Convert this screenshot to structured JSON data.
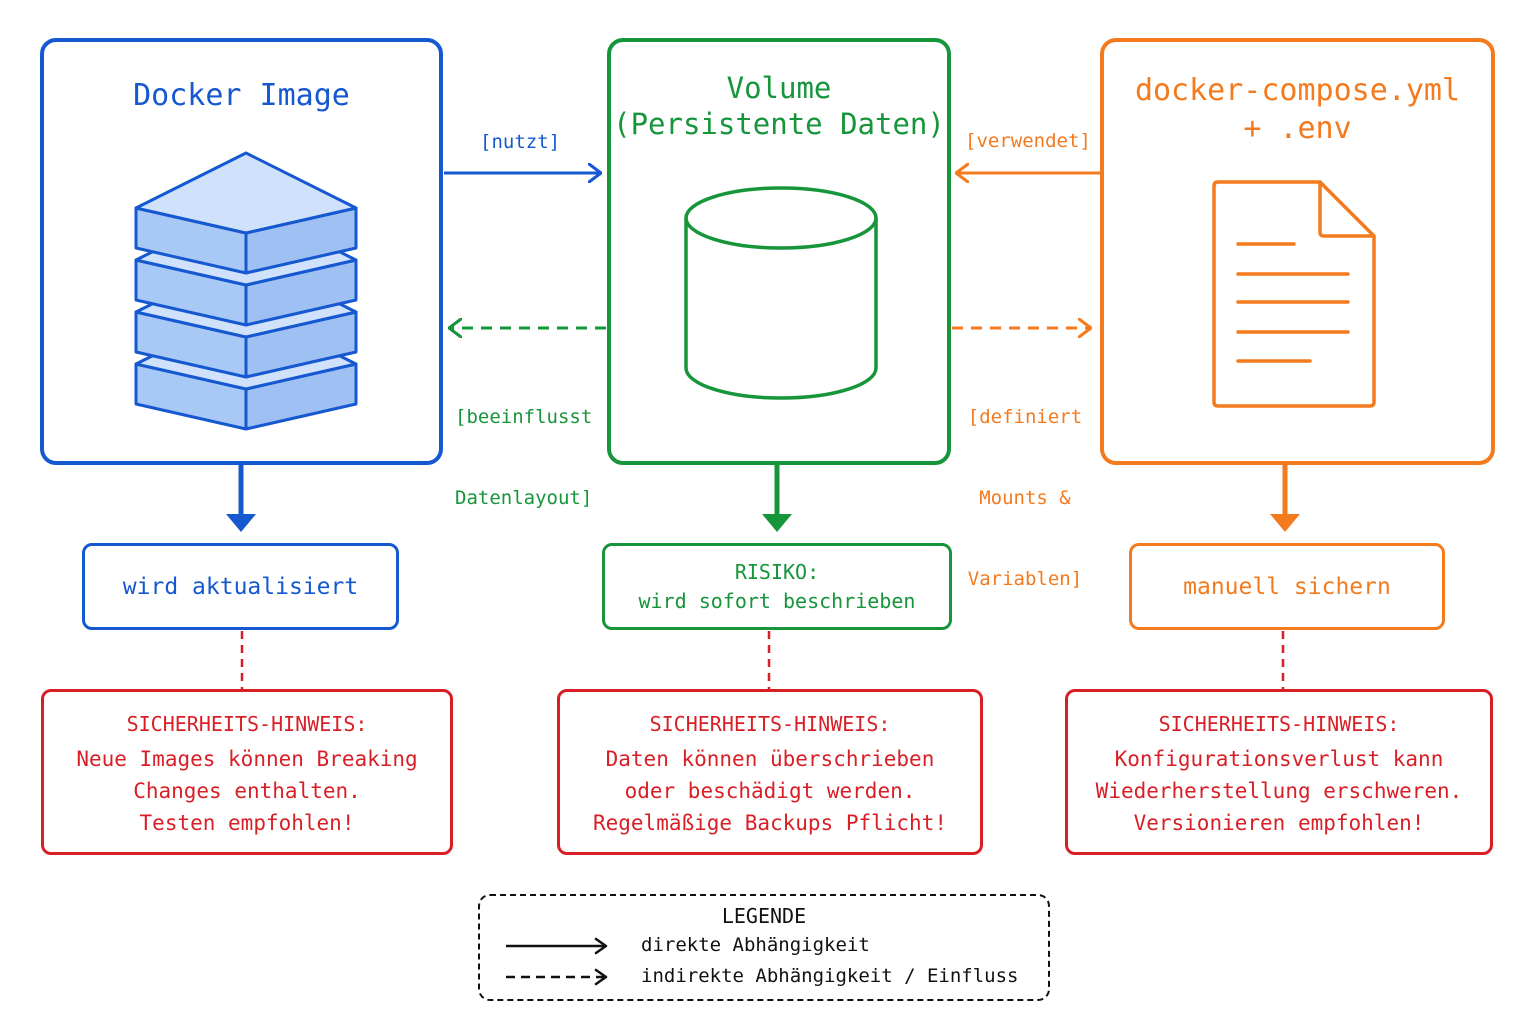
{
  "colors": {
    "image": "#1558d0",
    "volume": "#16953a",
    "compose": "#f47a1e",
    "warning": "#d91f26",
    "legend": "#111111"
  },
  "nodes": {
    "image": {
      "title": "Docker Image",
      "icon": "layers-stack-icon"
    },
    "volume": {
      "title_line1": "Volume",
      "title_line2": "(Persistente Daten)",
      "icon": "cylinder-database-icon"
    },
    "compose": {
      "title_line1": "docker-compose.yml",
      "title_line2": "+ .env",
      "icon": "document-icon"
    }
  },
  "edges": {
    "uses": "[nutzt]",
    "uses_env": "[verwendet]",
    "influences_line1": "[beeinflusst",
    "influences_line2": "Datenlayout]",
    "defines_line1": "[definiert",
    "defines_line2": "Mounts &",
    "defines_line3": "Variablen]"
  },
  "states": {
    "image": "wird aktualisiert",
    "volume_line1": "RISIKO:",
    "volume_line2": "wird sofort beschrieben",
    "compose": "manuell sichern"
  },
  "warnings": [
    {
      "heading": "SICHERHEITS-HINWEIS:",
      "line1": "Neue Images können Breaking",
      "line2": "Changes enthalten.",
      "line3": "Testen empfohlen!"
    },
    {
      "heading": "SICHERHEITS-HINWEIS:",
      "line1": "Daten können überschrieben",
      "line2": "oder beschädigt werden.",
      "line3": "Regelmäßige Backups Pflicht!"
    },
    {
      "heading": "SICHERHEITS-HINWEIS:",
      "line1": "Konfigurationsverlust kann",
      "line2": "Wiederherstellung erschweren.",
      "line3": "Versionieren empfohlen!"
    }
  ],
  "legend": {
    "title": "LEGENDE",
    "solid": "direkte Abhängigkeit",
    "dashed": "indirekte Abhängigkeit / Einfluss"
  }
}
